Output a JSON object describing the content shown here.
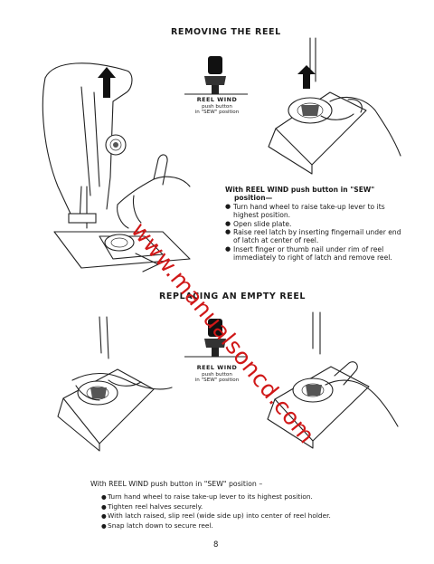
{
  "headings": {
    "removing": "REMOVING THE REEL",
    "replacing": "REPLACING AN EMPTY REEL"
  },
  "button_label": {
    "name": "REEL WIND",
    "line2": "push button",
    "line3": "in \"SEW\" position"
  },
  "removing_instructions": {
    "lead": "With REEL WIND push button in \"SEW\"",
    "lead2": "position—",
    "items": [
      "Turn hand wheel to raise take-up lever to its highest position.",
      "Open slide plate.",
      "Raise reel latch by inserting fingernail under end of latch at center of reel.",
      "Insert finger or thumb nail under rim of reel immediately to right of latch and remove reel."
    ]
  },
  "replacing_instructions": {
    "lead": "With REEL WIND push button in \"SEW\" position –",
    "items": [
      "Turn hand wheel to raise take-up lever to its highest position.",
      "Tighten reel halves securely.",
      "With latch raised, slip reel (wide side up) into center of reel holder.",
      "Snap latch down to secure reel."
    ]
  },
  "watermark": "www.manualsoncd.com",
  "page_number": "8",
  "colors": {
    "ink": "#1a1a1a",
    "watermark": "#d01818"
  }
}
